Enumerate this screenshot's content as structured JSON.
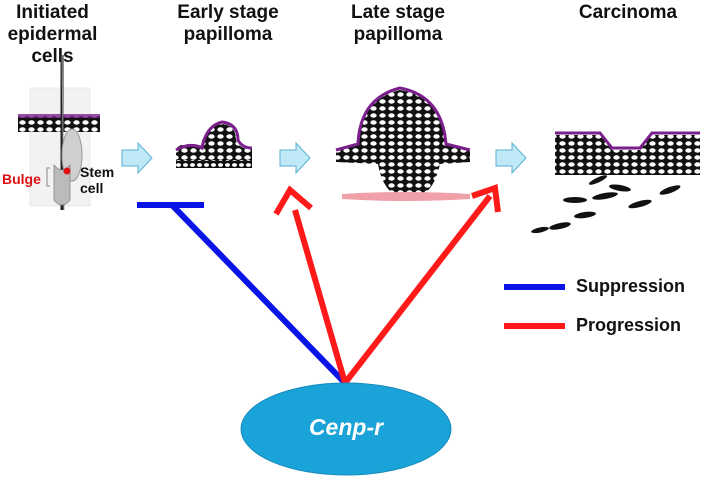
{
  "stages": [
    {
      "lines": [
        "Initiated",
        "epidermal",
        "cells"
      ]
    },
    {
      "lines": [
        "Early stage",
        "papilloma"
      ]
    },
    {
      "lines": [
        "Late stage",
        "papilloma"
      ]
    },
    {
      "lines": [
        "Carcinoma"
      ]
    }
  ],
  "annotations": {
    "bulge": "Bulge",
    "stem_cell": [
      "Stem",
      "cell"
    ]
  },
  "legend": {
    "suppression": {
      "label": "Suppression",
      "color": "#0a14e6"
    },
    "progression": {
      "label": "Progression",
      "color": "#ff1a1a"
    }
  },
  "gene": {
    "label": "Cenp-r",
    "fill": "#1aa3d9"
  },
  "colors": {
    "tissue_purple": "#7a1f8c",
    "arrow_fill": "#bfe9f7",
    "arrow_stroke": "#5ab0d4",
    "pink_layer": "#f0a0a8"
  }
}
